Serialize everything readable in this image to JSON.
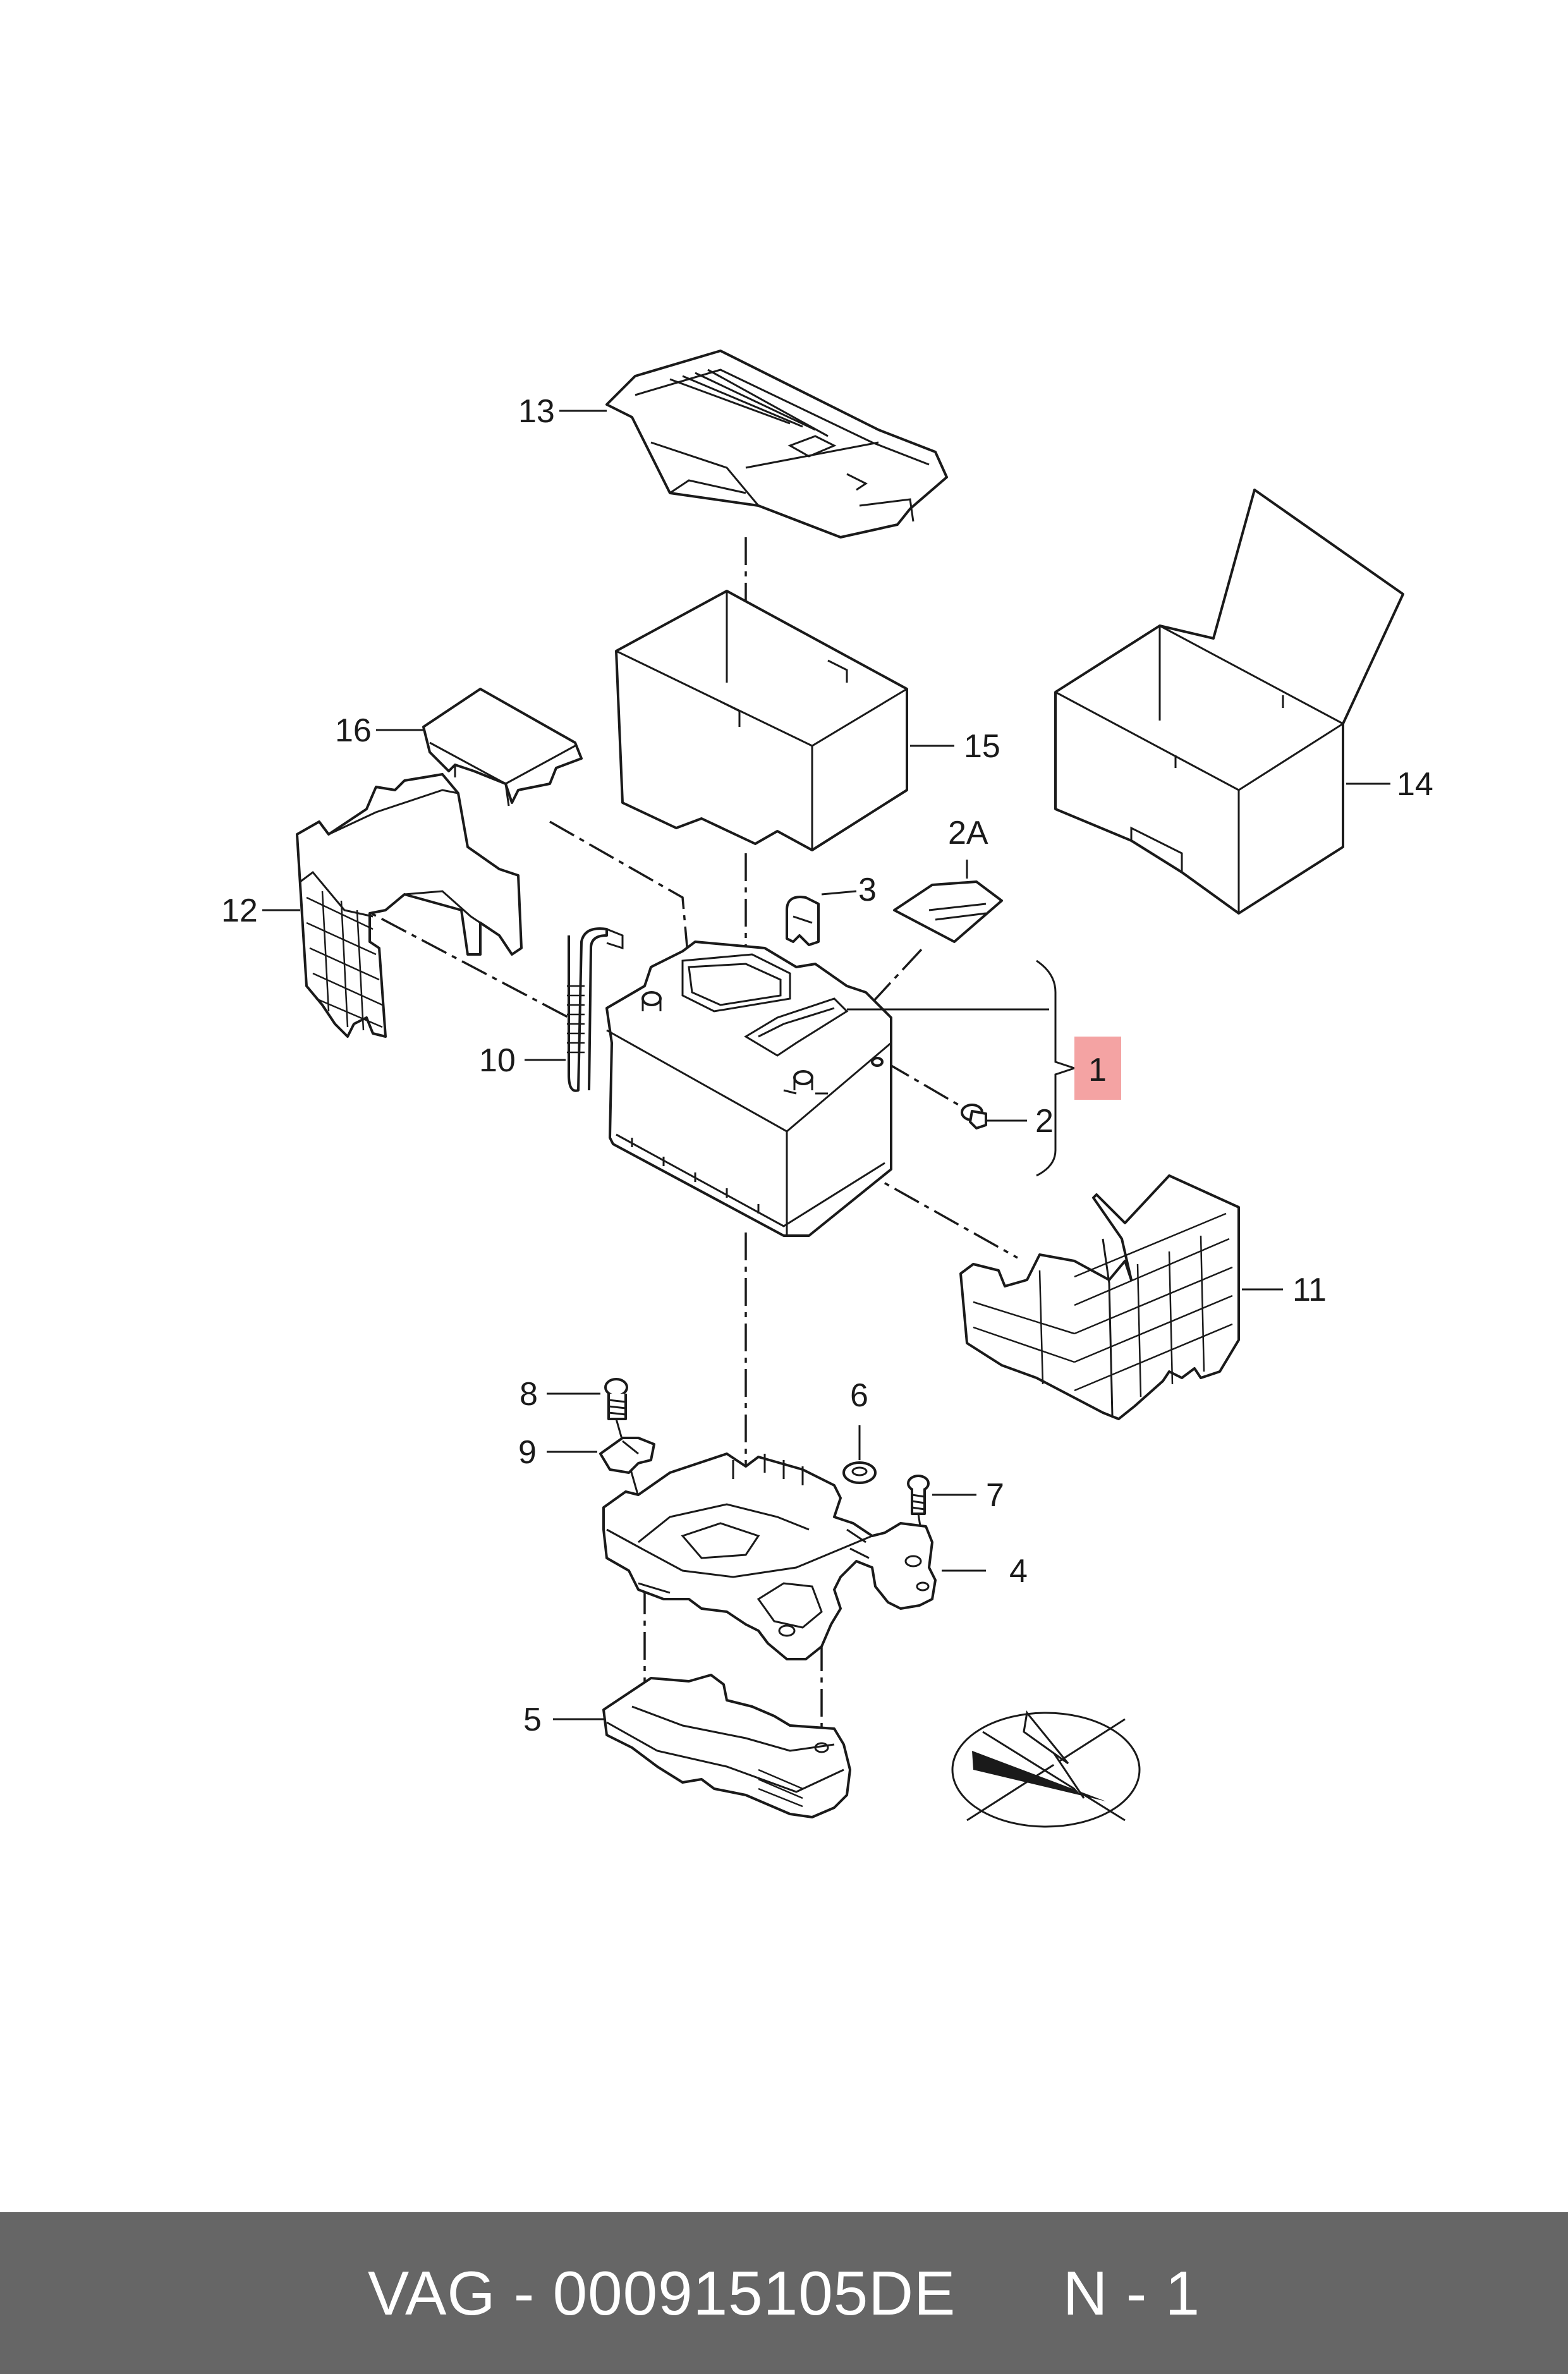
{
  "diagram": {
    "callouts": [
      "13",
      "16",
      "15",
      "14",
      "12",
      "2A",
      "3",
      "10",
      "1",
      "2",
      "11",
      "8",
      "9",
      "6",
      "7",
      "4",
      "5"
    ],
    "highlight_color": "#f4a3a3",
    "compass_icon": "north-arrow-icon"
  },
  "footer": {
    "brand": "VAG",
    "separator": " - ",
    "part_number": "000915105DE",
    "position": "N - 1",
    "background": "#666666"
  }
}
